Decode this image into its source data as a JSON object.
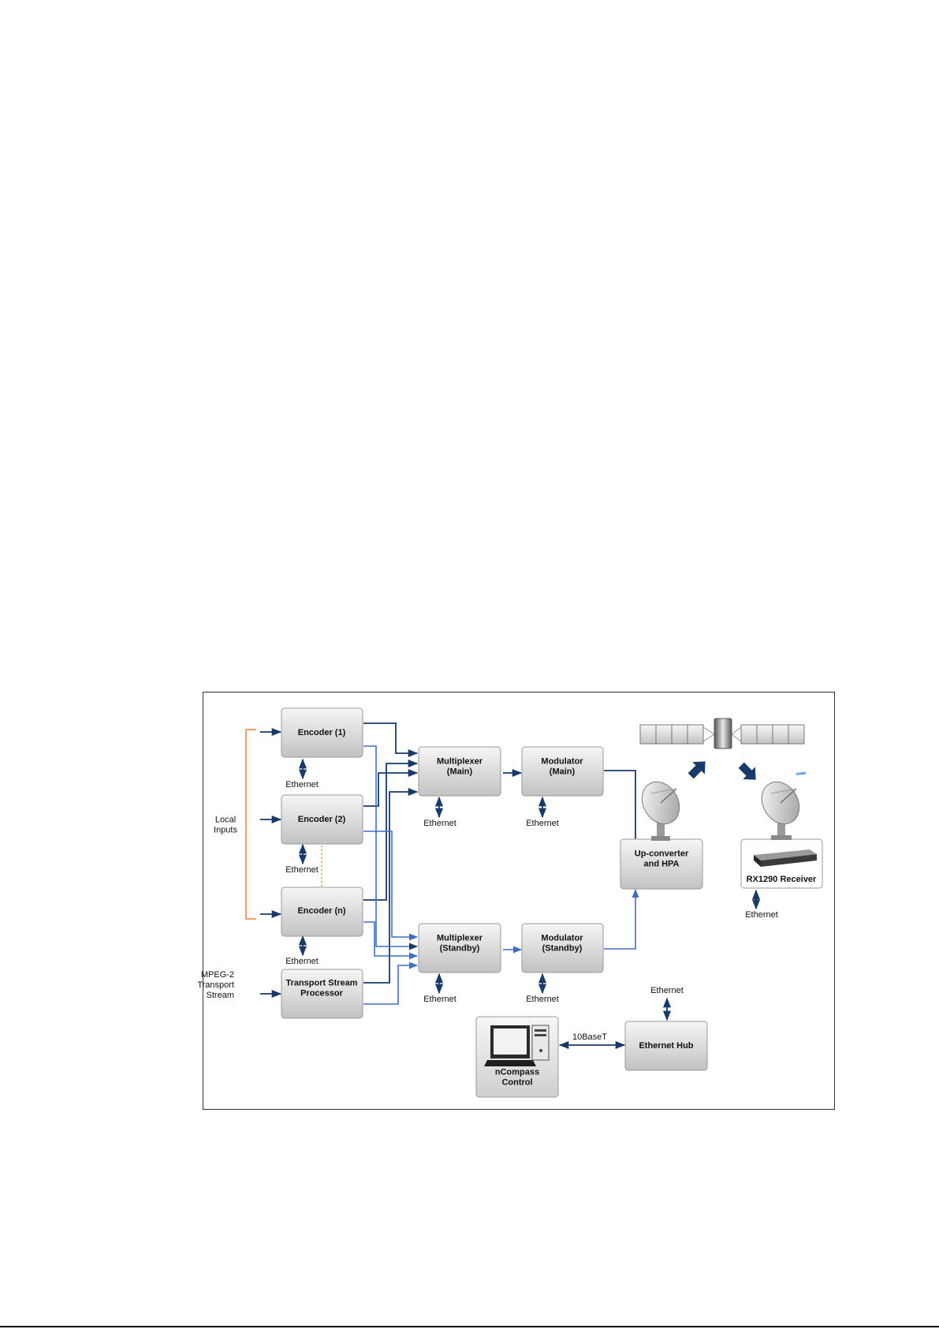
{
  "blocks": {
    "encoder1": [
      "Encoder (1)"
    ],
    "encoder2": [
      "Encoder (2)"
    ],
    "encoderN": [
      "Encoder (n)"
    ],
    "tsp": [
      "Transport Stream",
      "Processor"
    ],
    "muxMain": [
      "Multiplexer",
      "(Main)"
    ],
    "modMain": [
      "Modulator",
      "(Main)"
    ],
    "muxStandby": [
      "Multiplexer",
      "(Standby)"
    ],
    "modStandby": [
      "Modulator",
      "(Standby)"
    ],
    "upconv": [
      "Up-converter",
      "and HPA"
    ],
    "receiver": [
      "RX1290 Receiver"
    ],
    "ncompass": [
      "nCompass",
      "Control"
    ],
    "hub": [
      "Ethernet Hub"
    ]
  },
  "labels": {
    "local_inputs": [
      "Local",
      "Inputs"
    ],
    "mpeg2": [
      "MPEG-2",
      "Transport",
      "Stream"
    ],
    "ethernet": "Ethernet",
    "tenbaset": "10BaseT"
  },
  "colors": {
    "dark_arrow": "#173a6b",
    "light_arrow": "#3f6fc4",
    "bracket": "#ee7d3b",
    "box_top": "#f4f4f4",
    "box_bottom": "#c4c4c4",
    "box_border": "#9a9a9a"
  }
}
